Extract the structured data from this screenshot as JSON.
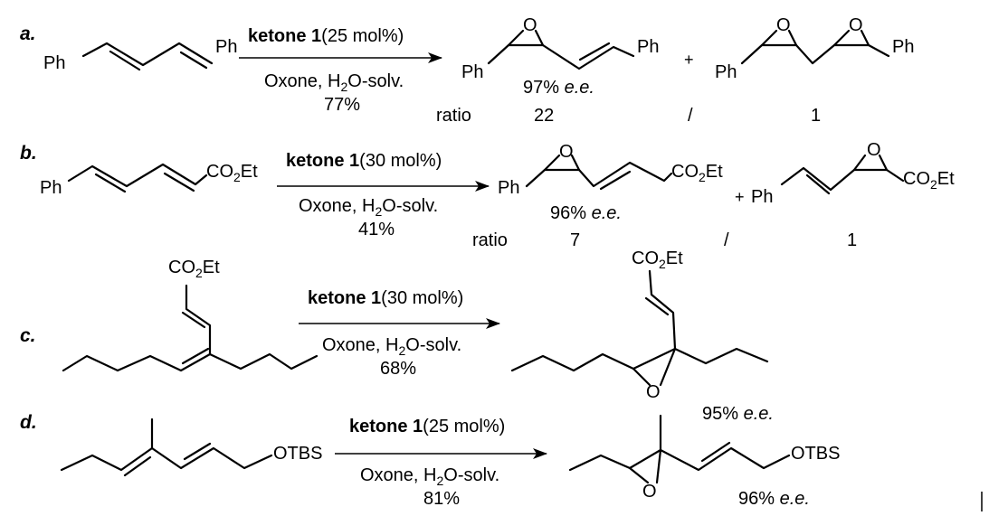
{
  "reactions": [
    {
      "label": "a.",
      "reactant": {
        "groups": [
          "Ph",
          "Ph"
        ]
      },
      "conditions": {
        "catalyst": "ketone 1",
        "loading": "(25 mol%)",
        "oxidant": "Oxone, H",
        "sub": "2",
        "solvent": "O-solv.",
        "yield": "77%"
      },
      "product1": {
        "groups": [
          "Ph",
          "Ph"
        ],
        "oxygen": "O",
        "ee_value": "97% ",
        "ee_unit": "e.e."
      },
      "plus": "+",
      "product2": {
        "groups": [
          "Ph",
          "Ph"
        ],
        "oxygen": "O"
      },
      "ratio": {
        "label": "ratio",
        "major": "22",
        "sep": "/",
        "minor": "1"
      }
    },
    {
      "label": "b.",
      "reactant": {
        "left": "Ph",
        "ester": "CO",
        "ester_sub": "2",
        "ester_end": "Et"
      },
      "conditions": {
        "catalyst": "ketone 1",
        "loading": "(30 mol%)",
        "oxidant": "Oxone, H",
        "sub": "2",
        "solvent": "O-solv.",
        "yield": "41%"
      },
      "product1": {
        "left": "Ph",
        "oxygen": "O",
        "ester": "CO",
        "ester_sub": "2",
        "ester_end": "Et",
        "ee_value": "96% ",
        "ee_unit": "e.e."
      },
      "plus": "+",
      "product2": {
        "left": "Ph",
        "oxygen": "O",
        "ester": "CO",
        "ester_sub": "2",
        "ester_end": "Et"
      },
      "ratio": {
        "label": "ratio",
        "major": "7",
        "sep": "/",
        "minor": "1"
      }
    },
    {
      "label": "c.",
      "reactant": {
        "ester": "CO",
        "ester_sub": "2",
        "ester_end": "Et"
      },
      "conditions": {
        "catalyst": "ketone 1",
        "loading": "(30 mol%)",
        "oxidant": "Oxone, H",
        "sub": "2",
        "solvent": "O-solv.",
        "yield": "68%"
      },
      "product": {
        "ester": "CO",
        "ester_sub": "2",
        "ester_end": "Et",
        "oxygen": "O",
        "ee_value": "95% ",
        "ee_unit": "e.e."
      }
    },
    {
      "label": "d.",
      "reactant": {
        "group": "OTBS"
      },
      "conditions": {
        "catalyst": "ketone 1",
        "loading": "(25 mol%)",
        "oxidant": "Oxone, H",
        "sub": "2",
        "solvent": "O-solv.",
        "yield": "81%"
      },
      "product": {
        "group": "OTBS",
        "oxygen": "O",
        "ee_value": "96% ",
        "ee_unit": "e.e."
      }
    }
  ]
}
